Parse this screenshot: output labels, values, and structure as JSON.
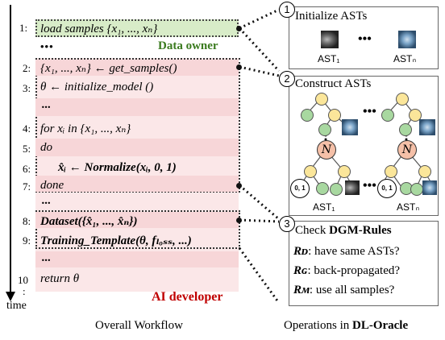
{
  "workflow": {
    "step1": {
      "num": "1:",
      "code": "load samples {x₁, ..., xₙ}"
    },
    "ellipsis1": "•••",
    "data_owner": "Data owner",
    "step2": {
      "num": "2:",
      "code": "{x₁, ..., xₙ} ← get_samples()"
    },
    "step3": {
      "num": "3:",
      "code": "θ ← initialize_model ()"
    },
    "step_dots_a": "...",
    "step4": {
      "num": "4:",
      "code": "for xᵢ in {x₁, ..., xₙ}"
    },
    "step5": {
      "num": "5:",
      "code": "do"
    },
    "step6": {
      "num": "6:",
      "code": "x̂ᵢ ← Normalize(xᵢ, 0, 1)"
    },
    "step7": {
      "num": "7:",
      "code": "done"
    },
    "step_dots_b": "...",
    "step8": {
      "num": "8:",
      "code": "Dataset({x̂₁, ..., x̂ₙ})"
    },
    "step9": {
      "num": "9:",
      "code": "Training_Template(θ, fₗₒₛₛ, ...)"
    },
    "step_dots_c": "...",
    "step10": {
      "num": "10",
      "colon": ":",
      "code": "return θ"
    },
    "time": "time",
    "ai_developer": "AI developer",
    "caption": "Overall Workflow",
    "colors": {
      "pink": "#f7d6d8",
      "green": "#d8ecc8",
      "red": "#c00000",
      "dgreen": "#3a7a1e"
    }
  },
  "oracle": {
    "box1": {
      "badge": "1",
      "title": "Initialize ASTs",
      "ast1": "AST₁",
      "astn": "ASTₙ",
      "ellipsis": "•••"
    },
    "box2": {
      "badge": "2",
      "title": "Construct ASTs",
      "n_label": "N",
      "leaf_label": "0, 1",
      "ast1": "AST₁",
      "astn": "ASTₙ",
      "ellipsis": "•••"
    },
    "box3": {
      "badge": "3",
      "title_prefix": "Check ",
      "title_bold": "DGM-Rules",
      "rules": [
        {
          "label": "Rᴅ",
          "text": ": have same ASTs?"
        },
        {
          "label": "Rɢ",
          "text": ": back-propagated?"
        },
        {
          "label": "Rᴍ",
          "text": ": use all samples?"
        }
      ]
    },
    "caption_prefix": "Operations in ",
    "caption_bold": "DL-Oracle"
  }
}
